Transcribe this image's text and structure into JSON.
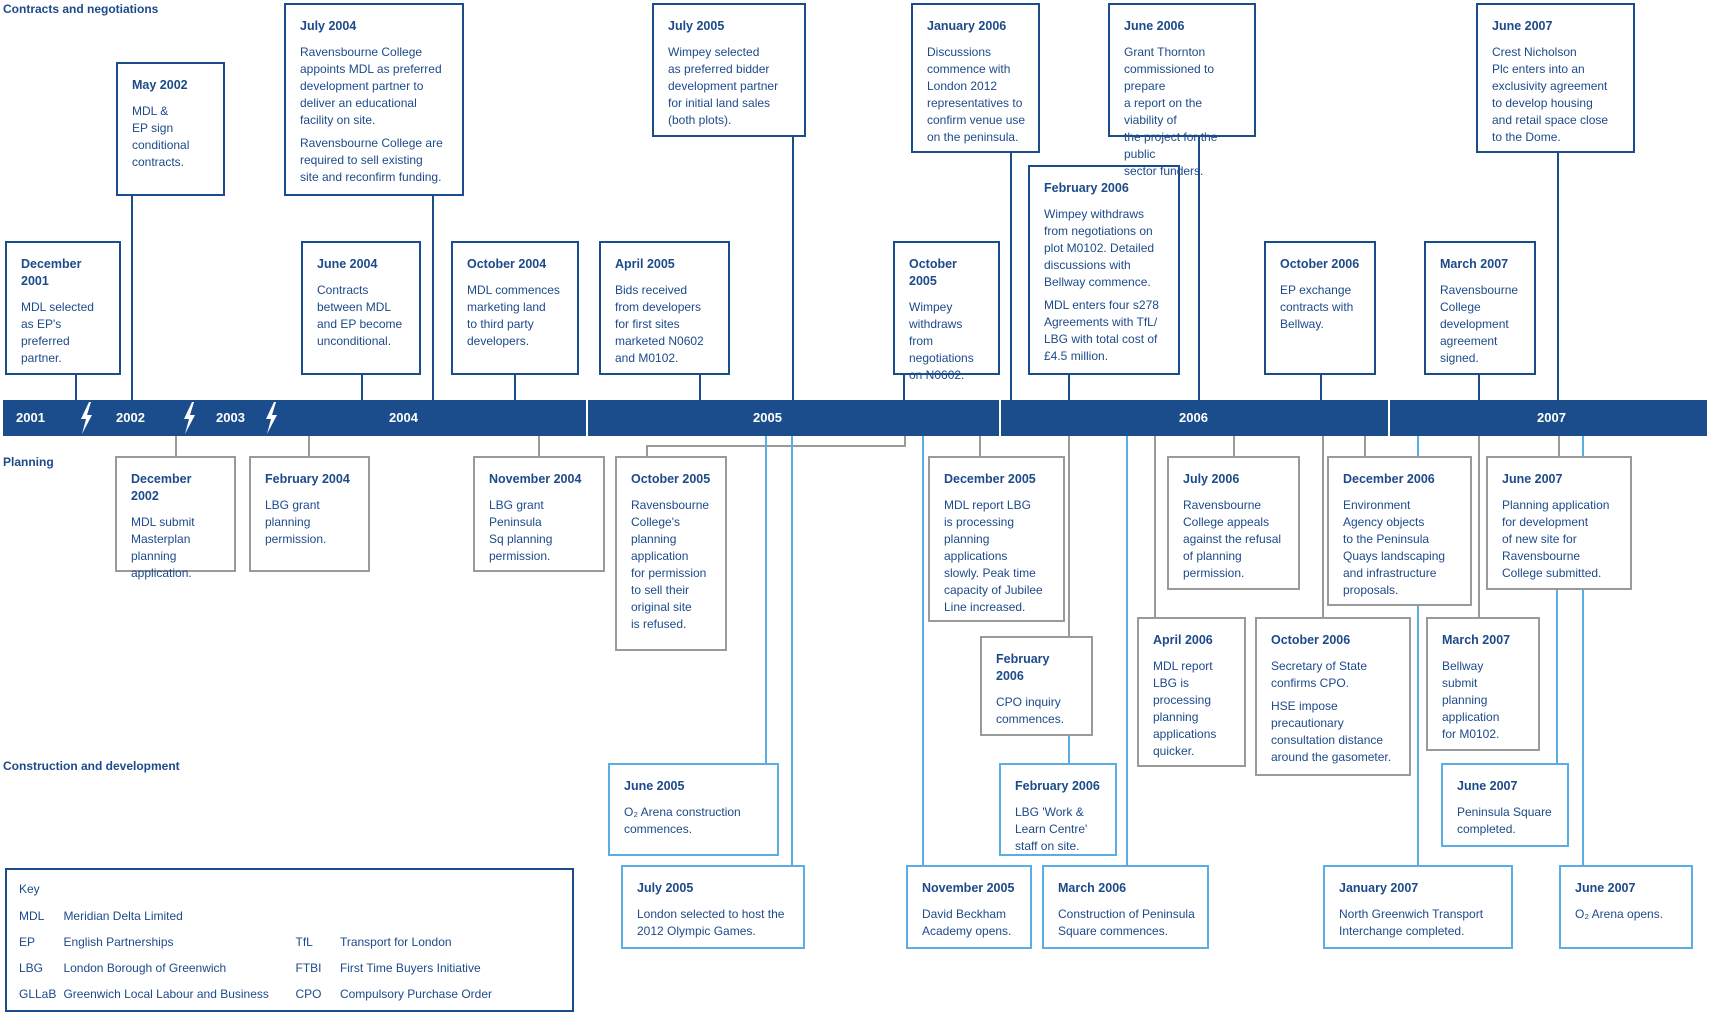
{
  "sections": {
    "contracts": "Contracts and negotiations",
    "planning": "Planning",
    "construction": "Construction and development"
  },
  "years": [
    "2001",
    "2002",
    "2003",
    "2004",
    "2005",
    "2006",
    "2007"
  ],
  "contracts": [
    {
      "date": "December 2001",
      "text": [
        "MDL selected\nas EP's\npreferred\npartner."
      ]
    },
    {
      "date": "May 2002",
      "text": [
        "MDL &\nEP sign\nconditional\ncontracts."
      ]
    },
    {
      "date": "July 2004",
      "text": [
        "Ravensbourne College\nappoints MDL as preferred\ndevelopment partner to\ndeliver an educational\nfacility on site.",
        "Ravensbourne College are\nrequired to sell existing\nsite and reconfirm funding."
      ]
    },
    {
      "date": "June 2004",
      "text": [
        "Contracts\nbetween MDL\nand EP become\nunconditional."
      ]
    },
    {
      "date": "October 2004",
      "text": [
        "MDL commences\nmarketing land\nto third party\ndevelopers."
      ]
    },
    {
      "date": "April 2005",
      "text": [
        "Bids received\nfrom developers\nfor first sites\nmarketed N0602\nand M0102."
      ]
    },
    {
      "date": "July 2005",
      "text": [
        "Wimpey selected\nas preferred bidder\ndevelopment partner\nfor initial land sales\n(both plots)."
      ]
    },
    {
      "date": "October 2005",
      "text": [
        "Wimpey\nwithdraws\nfrom\nnegotiations\non N0602."
      ]
    },
    {
      "date": "January 2006",
      "text": [
        "Discussions\ncommence with\nLondon 2012\nrepresentatives to\nconfirm venue use\non the peninsula."
      ]
    },
    {
      "date": "February 2006",
      "text": [
        "Wimpey withdraws\nfrom negotiations on\nplot M0102. Detailed\ndiscussions with\nBellway commence.",
        "MDL enters four s278\nAgreements with TfL/\nLBG with total cost of\n£4.5 million."
      ]
    },
    {
      "date": "June 2006",
      "text": [
        "Grant Thornton\ncommissioned to prepare\na report on the viability of\nthe project for the public\nsector funders."
      ]
    },
    {
      "date": "October 2006",
      "text": [
        "EP exchange\ncontracts with\nBellway."
      ]
    },
    {
      "date": "March 2007",
      "text": [
        "Ravensbourne\nCollege\ndevelopment\nagreement\nsigned."
      ]
    },
    {
      "date": "June 2007",
      "text": [
        "Crest Nicholson\nPlc enters into an\nexclusivity agreement\nto develop housing\nand retail space close\nto the Dome."
      ]
    }
  ],
  "planning": [
    {
      "date": "December 2002",
      "text": [
        "MDL submit\nMasterplan\nplanning\napplication."
      ]
    },
    {
      "date": "February 2004",
      "text": [
        "LBG grant\nplanning\npermission."
      ]
    },
    {
      "date": "November 2004",
      "text": [
        "LBG grant\nPeninsula\nSq planning\npermission."
      ]
    },
    {
      "date": "October 2005",
      "text": [
        "Ravensbourne\nCollege's\nplanning\napplication\nfor permission\nto sell their\noriginal site\nis refused."
      ]
    },
    {
      "date": "December 2005",
      "text": [
        "MDL report LBG\nis processing\nplanning\napplications\nslowly. Peak time\ncapacity of Jubilee\nLine increased."
      ]
    },
    {
      "date": "February\n2006",
      "text": [
        "CPO inquiry\ncommences."
      ]
    },
    {
      "date": "July 2006",
      "text": [
        "Ravensbourne\nCollege appeals\nagainst the refusal\nof planning\npermission."
      ]
    },
    {
      "date": "April 2006",
      "text": [
        "MDL report\nLBG is\nprocessing\nplanning\napplications\nquicker."
      ]
    },
    {
      "date": "October 2006",
      "text": [
        "Secretary of State\nconfirms CPO.",
        "HSE impose\nprecautionary\nconsultation distance\naround the gasometer."
      ]
    },
    {
      "date": "December 2006",
      "text": [
        "Environment\nAgency objects\nto the Peninsula\nQuays landscaping\nand infrastructure\nproposals."
      ]
    },
    {
      "date": "March 2007",
      "text": [
        "Bellway\nsubmit\nplanning\napplication\nfor M0102."
      ]
    },
    {
      "date": "June 2007",
      "text": [
        "Planning application\nfor development\nof new site for\nRavensbourne\nCollege submitted."
      ]
    }
  ],
  "construction": [
    {
      "date": "June 2005",
      "text": [
        "O₂ Arena construction\ncommences."
      ]
    },
    {
      "date": "July 2005",
      "text": [
        "London selected to host the\n2012 Olympic Games."
      ]
    },
    {
      "date": "February 2006",
      "text": [
        "LBG 'Work &\nLearn Centre'\nstaff on site."
      ]
    },
    {
      "date": "November 2005",
      "text": [
        "David Beckham\nAcademy opens."
      ]
    },
    {
      "date": "March 2006",
      "text": [
        "Construction of Peninsula\nSquare commences."
      ]
    },
    {
      "date": "June 2007",
      "text": [
        "Peninsula Square\ncompleted."
      ]
    },
    {
      "date": "January 2007",
      "text": [
        "North Greenwich Transport\nInterchange completed."
      ]
    },
    {
      "date": "June 2007",
      "text": [
        "O₂ Arena opens."
      ]
    }
  ],
  "key": {
    "title": "Key",
    "left": [
      {
        "abbr": "MDL",
        "name": "Meridian Delta Limited"
      },
      {
        "abbr": "EP",
        "name": "English Partnerships"
      },
      {
        "abbr": "LBG",
        "name": "London Borough of Greenwich"
      },
      {
        "abbr": "GLLaB",
        "name": "Greenwich Local Labour and Business"
      }
    ],
    "right": [
      {
        "abbr": "",
        "name": ""
      },
      {
        "abbr": "TfL",
        "name": "Transport for London"
      },
      {
        "abbr": "FTBI",
        "name": "First Time Buyers Initiative"
      },
      {
        "abbr": "CPO",
        "name": "Compulsory Purchase Order"
      }
    ]
  },
  "colors": {
    "bar": "#1b4d8c",
    "text": "#1d4a8a",
    "contracts_border": "#1b4d8c",
    "planning_border": "#9a9a9a",
    "construction_border": "#5aaee3"
  }
}
